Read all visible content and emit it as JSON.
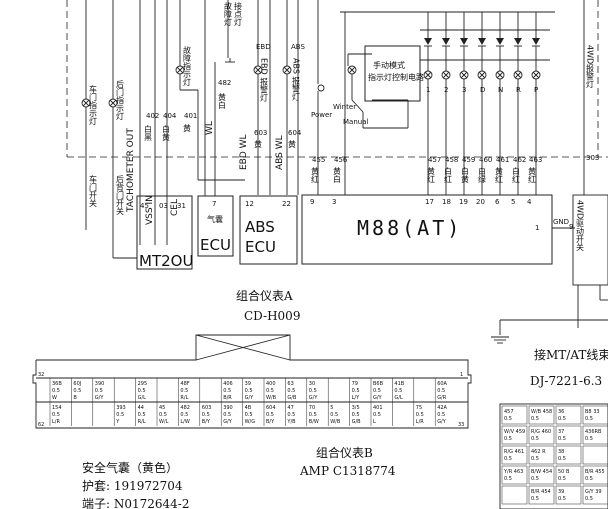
{
  "modules": {
    "mt2ou": {
      "label": "MT2OU",
      "pins": [
        "45",
        "03",
        "31"
      ]
    },
    "airbag_ecu": {
      "label": "ECU",
      "top_label": "气囊",
      "pin": "7"
    },
    "abs_ecu": {
      "label": "ABS\nECU",
      "pins": [
        "12",
        "22"
      ]
    },
    "m88": {
      "label": "M88(AT)",
      "pins_left": [
        "9",
        "3"
      ],
      "pins_right": [
        "17",
        "18",
        "19",
        "20",
        "6",
        "5",
        "4"
      ],
      "pin_side": "1"
    },
    "manual_box": {
      "label": "手动模式\n指示灯控制电路"
    },
    "winter_labels": [
      "Power",
      "Winter",
      "Manual"
    ],
    "gear_labels": [
      "1",
      "2",
      "3",
      "D",
      "N",
      "R",
      "P"
    ],
    "gnd_label": "GND",
    "gnd_pin": "9"
  },
  "left_wires": {
    "lamp_labels": [
      "车门指示灯",
      "后门指示灯"
    ],
    "switch_labels": [
      "车门开关",
      "后背门开关"
    ],
    "signals": [
      "TACHOMETER OUT",
      "VSS IN",
      "CEL"
    ],
    "codes": [
      {
        "num": "402",
        "color": "白黑"
      },
      {
        "num": "404",
        "color": "白黄"
      },
      {
        "num": "401",
        "color": "黄"
      },
      {
        "num": "482",
        "color": "黄白"
      }
    ],
    "lamp_names": [
      "故障指示灯",
      "WL",
      "EBD 报警灯",
      "ABS 报警灯"
    ],
    "ebd_abs": [
      "EBD WL",
      "ABS WL"
    ],
    "codes2": [
      {
        "num": "603",
        "color": "黄"
      },
      {
        "num": "604",
        "color": "黄"
      }
    ],
    "codes3": [
      {
        "num": "455",
        "color": "黄红"
      },
      {
        "num": "456",
        "color": "黄白"
      },
      {
        "num": "457",
        "color": "黄红"
      },
      {
        "num": "458",
        "color": "白红"
      },
      {
        "num": "459",
        "color": "白黄"
      },
      {
        "num": "460",
        "color": "白绿"
      },
      {
        "num": "461",
        "color": "黄红"
      },
      {
        "num": "462",
        "color": "白红"
      },
      {
        "num": "463",
        "color": "黄红"
      }
    ]
  },
  "captions": {
    "cluster_a_title": "组合仪表A",
    "cluster_a_code": "CD-H009",
    "cluster_b_title": "组合仪表B",
    "cluster_b_code": "AMP C1318774",
    "airbag_title": "安全气囊（黄色）",
    "airbag_cover": "护套: 191972704",
    "airbag_terminal": "端子: N0172644-2",
    "mt_at_title": "接MT/AT线束",
    "mt_at_code": "DJ-7221-6.3"
  },
  "right_edge": {
    "pin_303": "303",
    "labels": [
      "4WD报警灯",
      "4WD驱动开关"
    ]
  },
  "connector_a": {
    "pin_left": "32",
    "pin_right": "1",
    "pin_bottom_left": "62",
    "pin_bottom_right": "33",
    "top_cells": [
      [
        "36B",
        "0.5",
        "W"
      ],
      [
        "60J",
        "0.5",
        "B"
      ],
      [
        "390",
        "0.5",
        "G/Y"
      ],
      [
        "",
        "",
        ""
      ],
      [
        "295",
        "0.5",
        "G/L"
      ],
      [
        "",
        "",
        ""
      ],
      [
        "48F",
        "0.5",
        "R/L"
      ],
      [
        "",
        "",
        ""
      ],
      [
        "406",
        "0.5",
        "B/R"
      ],
      [
        "39",
        "0.5",
        "G/Y"
      ],
      [
        "400",
        "0.5",
        "W/B"
      ],
      [
        "63",
        "0.5",
        "G/B"
      ],
      [
        "30",
        "0.5",
        "G/Y"
      ],
      [
        "",
        "",
        ""
      ],
      [
        "79",
        "0.5",
        "L/Y"
      ],
      [
        "B6B",
        "0.5",
        "G/Y"
      ],
      [
        "41B",
        "0.5",
        "G/L"
      ],
      [
        "",
        "",
        ""
      ],
      [
        "60A",
        "0.5",
        "G/R"
      ]
    ],
    "bottom_cells": [
      [
        "154",
        "0.5",
        "L/R"
      ],
      [
        "",
        "",
        ""
      ],
      [
        "",
        "",
        ""
      ],
      [
        "393",
        "0.5",
        "Y"
      ],
      [
        "44",
        "0.5",
        "R/L"
      ],
      [
        "45",
        "0.5",
        "W/L"
      ],
      [
        "482",
        "0.5",
        "L/W"
      ],
      [
        "603",
        "0.5",
        "B/Y"
      ],
      [
        "390",
        "0.5",
        "G/Y"
      ],
      [
        "4B",
        "0.5",
        "W/G"
      ],
      [
        "604",
        "0.5",
        "B/Y"
      ],
      [
        "47",
        "0.5",
        "Y/B"
      ],
      [
        "70",
        "0.5",
        "B/W"
      ],
      [
        "5",
        "0.5",
        "W/B"
      ],
      [
        "3/5",
        "0.5",
        "G/B"
      ],
      [
        "401",
        "0.5",
        "L"
      ],
      [
        "",
        "",
        ""
      ],
      [
        "75",
        "0.5",
        "L/R"
      ],
      [
        "42A",
        "0.5",
        "G/Y"
      ]
    ]
  },
  "connector_mt_at": {
    "cells": [
      [
        "457",
        "0.5"
      ],
      [
        "W/B 458",
        "0.5"
      ],
      [
        "36",
        "0.5"
      ],
      [
        "B8 33",
        "0.5"
      ],
      [
        "W/V 459",
        "0.5"
      ],
      [
        "R/G 460",
        "0.5"
      ],
      [
        "37",
        "0.5"
      ],
      [
        "436RB",
        "0.5"
      ],
      [
        "R/G 461",
        "0.5"
      ],
      [
        "462 R",
        "0.5"
      ],
      [
        "38",
        "0.5"
      ],
      [
        "",
        ""
      ],
      [
        "Y/R 463",
        "0.5"
      ],
      [
        "B/W 454",
        "0.5"
      ],
      [
        "50 B",
        "0.5"
      ],
      [
        "B/R 455",
        "0.5"
      ],
      [
        "",
        ""
      ],
      [
        "B/R 454",
        "0.5"
      ],
      [
        "39",
        "0.5"
      ],
      [
        "G/Y 39",
        "0.5"
      ]
    ]
  }
}
